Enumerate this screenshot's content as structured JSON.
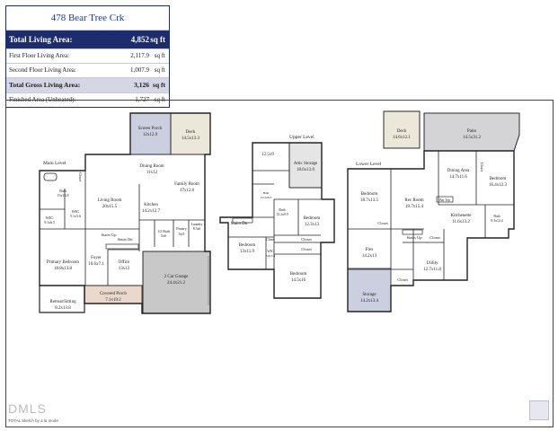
{
  "address": "478 Bear Tree Crk",
  "areas": {
    "total_living": {
      "label": "Total Living Area:",
      "value": "4,852",
      "unit": "sq ft"
    },
    "first_floor": {
      "label": "First Floor Living Area:",
      "value": "2,117.9",
      "unit": "sq ft"
    },
    "second_floor": {
      "label": "Second Floor Living Area:",
      "value": "1,007.9",
      "unit": "sq ft"
    },
    "gross": {
      "label": "Total Gross Living Area:",
      "value": "3,126",
      "unit": "sq ft"
    },
    "unheated": {
      "label": "Finished Area (Unheated):",
      "value": "1,727",
      "unit": "sq ft"
    }
  },
  "levels": {
    "main": "Main Level",
    "upper": "Upper Level",
    "lower": "Lower Level"
  },
  "rooms": {
    "screen_porch": {
      "name": "Screen Porch",
      "dim": "12x12.9"
    },
    "deck_main": {
      "name": "Deck",
      "dim": "14.5x13.3"
    },
    "dining_main": {
      "name": "Dining Room",
      "dim": "11x12"
    },
    "family": {
      "name": "Family Room",
      "dim": "17x12.6"
    },
    "living": {
      "name": "Living Room",
      "dim": "20x15.5"
    },
    "kitchen": {
      "name": "Kitchen",
      "dim": "14.2x12.7"
    },
    "bath_main": {
      "name": "Bath",
      "dim": "15x13.8"
    },
    "wic_main": {
      "name": "WIC",
      "dim": "5.1x5.6"
    },
    "wic_main2": {
      "name": "WIC",
      "dim": "9.1x6.5"
    },
    "primary": {
      "name": "Primary Bedroom",
      "dim": "18.8x13.8"
    },
    "foyer": {
      "name": "Foyer",
      "dim": "16.6x7.1"
    },
    "office": {
      "name": "Office",
      "dim": "13x12"
    },
    "half_bath": {
      "name": "1/2 Bath",
      "dim": "5x6"
    },
    "pantry": {
      "name": "Pantry",
      "dim": "5x5"
    },
    "laundry": {
      "name": "Laundry",
      "dim": "8.5x6"
    },
    "garage": {
      "name": "2 Car Garage",
      "dim": "24.4x21.2"
    },
    "covered_porch": {
      "name": "Covered Porch",
      "dim": "7.1x19.2"
    },
    "retreat": {
      "name": "Retreat/Sitting",
      "dim": "8.2x13.8"
    },
    "stairs_up_main": {
      "name": "Stairs Up"
    },
    "stairs_dn_main": {
      "name": "Stairs Dn"
    },
    "upper_room": {
      "name": "",
      "dim": "12.5x9"
    },
    "attic": {
      "name": "Attic Storage",
      "dim": "18.6x13.9"
    },
    "upper_bath1": {
      "name": "Bath",
      "dim": "10.5x8.2"
    },
    "upper_bath2": {
      "name": "Bath",
      "dim": "12.2x9.9"
    },
    "upper_bed1": {
      "name": "Bedroom",
      "dim": "12.3x13"
    },
    "upper_bed2": {
      "name": "Bedroom",
      "dim": "13x11.9"
    },
    "upper_bed3": {
      "name": "Bedroom",
      "dim": "14.5x16"
    },
    "upper_stairs": {
      "name": "Stairs Dn"
    },
    "upper_wic": {
      "name": "WIC",
      "dim": "5.8x5.4"
    },
    "upper_closet1": {
      "name": "Closet"
    },
    "upper_closet2": {
      "name": "Closet"
    },
    "upper_closet3": {
      "name": "Closet"
    },
    "deck_lower": {
      "name": "Deck",
      "dim": "14.6x12.1"
    },
    "patio": {
      "name": "Patio",
      "dim": "14.5x31.2"
    },
    "dining_lower": {
      "name": "Dining Area",
      "dim": "14.7x11.6"
    },
    "lower_bed1": {
      "name": "Bedroom",
      "dim": "16.4x12.3"
    },
    "lower_bed2": {
      "name": "Bedroom",
      "dim": "18.7x13.5"
    },
    "rec_room": {
      "name": "Rec Room",
      "dim": "19.7x15.4"
    },
    "kitchenette": {
      "name": "Kitchenette",
      "dim": "11.6x13.2"
    },
    "bar_top": {
      "name": "Bar Top"
    },
    "lower_bath": {
      "name": "Bath",
      "dim": "8.3x12.4"
    },
    "flex": {
      "name": "Flex",
      "dim": "14.2x13"
    },
    "utility": {
      "name": "Utility",
      "dim": "12.7x11.8"
    },
    "storage": {
      "name": "Storage",
      "dim": "14.2x13.4"
    },
    "lower_stairs": {
      "name": "Stairs Up"
    },
    "lower_closet1": {
      "name": "Closet"
    },
    "lower_closet2": {
      "name": "Closet"
    },
    "lower_closet3": {
      "name": "Closet"
    },
    "lower_closet_v": {
      "name": "Closet"
    },
    "main_closet_v": {
      "name": "Closet"
    }
  },
  "footer": {
    "logo": "DMLS",
    "note": "TOTAL Sketch by a la mode"
  },
  "colors": {
    "navy": "#1c2d6e",
    "deck": "#ebe8da",
    "porch": "#cccfe0",
    "garage": "#c8c8c8",
    "covered": "#ead8cc"
  }
}
